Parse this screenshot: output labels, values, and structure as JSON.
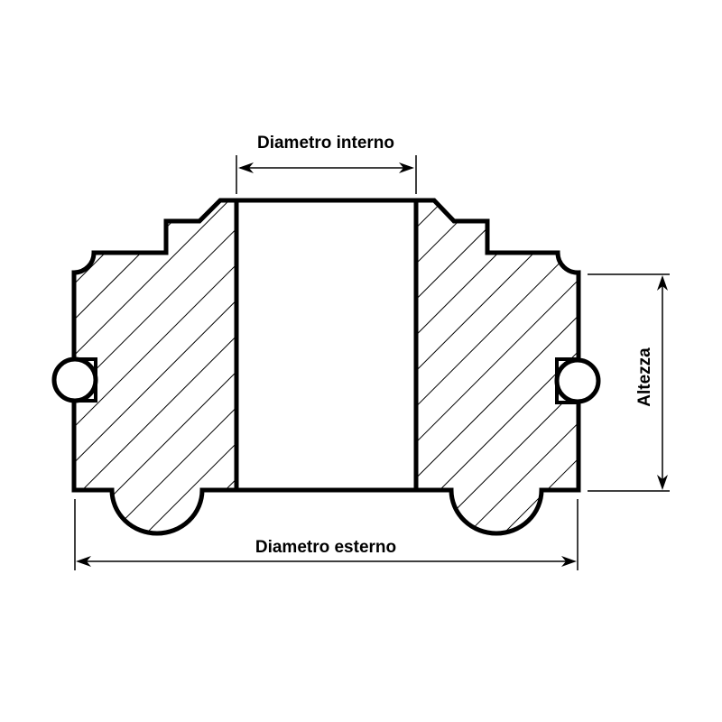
{
  "diagram": {
    "type": "technical cross-section drawing",
    "subject": "wheel / bushing cross-section with dimensions",
    "labels": {
      "inner_diameter": "Diametro interno",
      "outer_diameter": "Diametro esterno",
      "height": "Altezza"
    },
    "colors": {
      "line": "#000000",
      "background": "#ffffff"
    }
  }
}
